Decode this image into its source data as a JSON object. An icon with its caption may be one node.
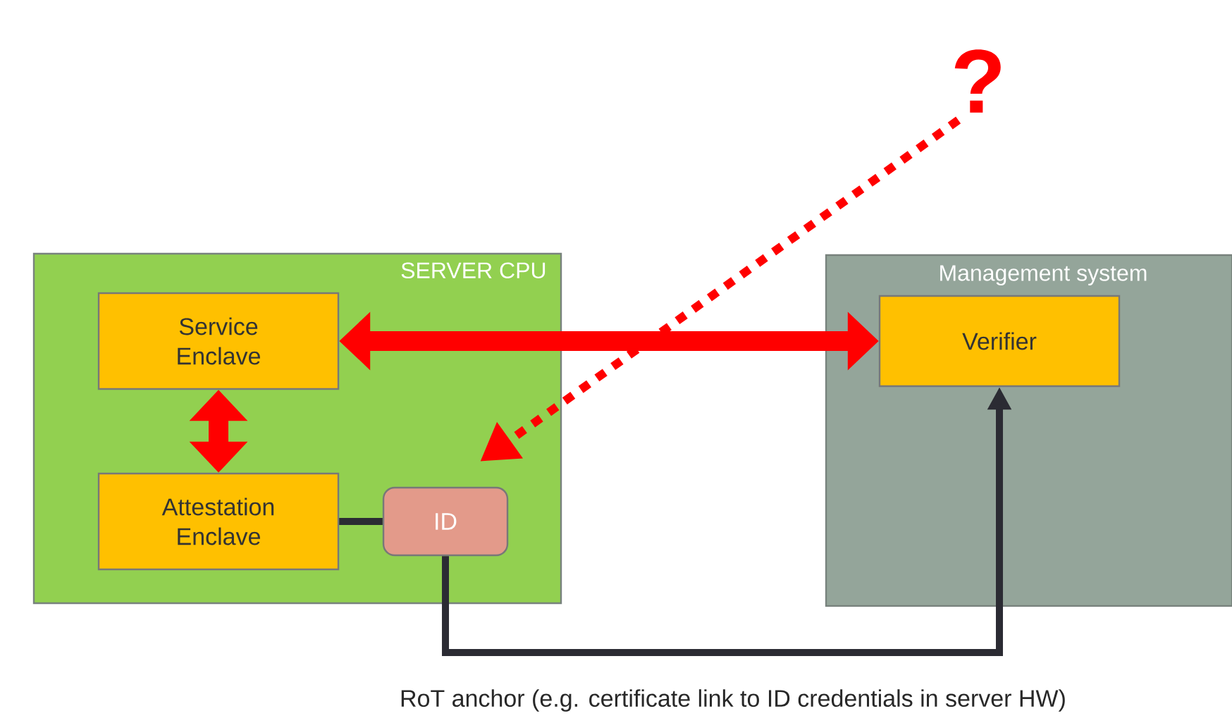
{
  "diagram": {
    "nodes": [
      {
        "text": [
          "SERVER CPU"
        ]
      },
      {
        "text": [
          "Service Enclave"
        ],
        "in": 0
      },
      {
        "text": [
          "Attestation Enclave"
        ],
        "in": 0
      },
      {
        "text": [
          "ID"
        ],
        "in": 0
      },
      {
        "text": [
          "Management system"
        ]
      },
      {
        "text": [
          "Verifier"
        ],
        "in": 4
      },
      {
        "text": [
          "?"
        ]
      }
    ],
    "edges": [
      {
        "from": 1,
        "to": 5,
        "arrow": "both",
        "style": "thick",
        "color": "#ff0000"
      },
      {
        "from": 1,
        "to": 2,
        "arrow": "both",
        "style": "thick",
        "color": "#ff0000"
      },
      {
        "from": 2,
        "to": 3,
        "arrow": "none",
        "color": "#2b2b33"
      },
      {
        "from": 3,
        "to": 5,
        "arrow": "to",
        "color": "#2b2b33"
      },
      {
        "from": 6,
        "to": 3,
        "arrow": "to",
        "style": "dashed",
        "color": "#ff0000"
      }
    ],
    "labels": [
      "RoT anchor (e.g. certificate link to ID credentials in server HW)"
    ]
  }
}
